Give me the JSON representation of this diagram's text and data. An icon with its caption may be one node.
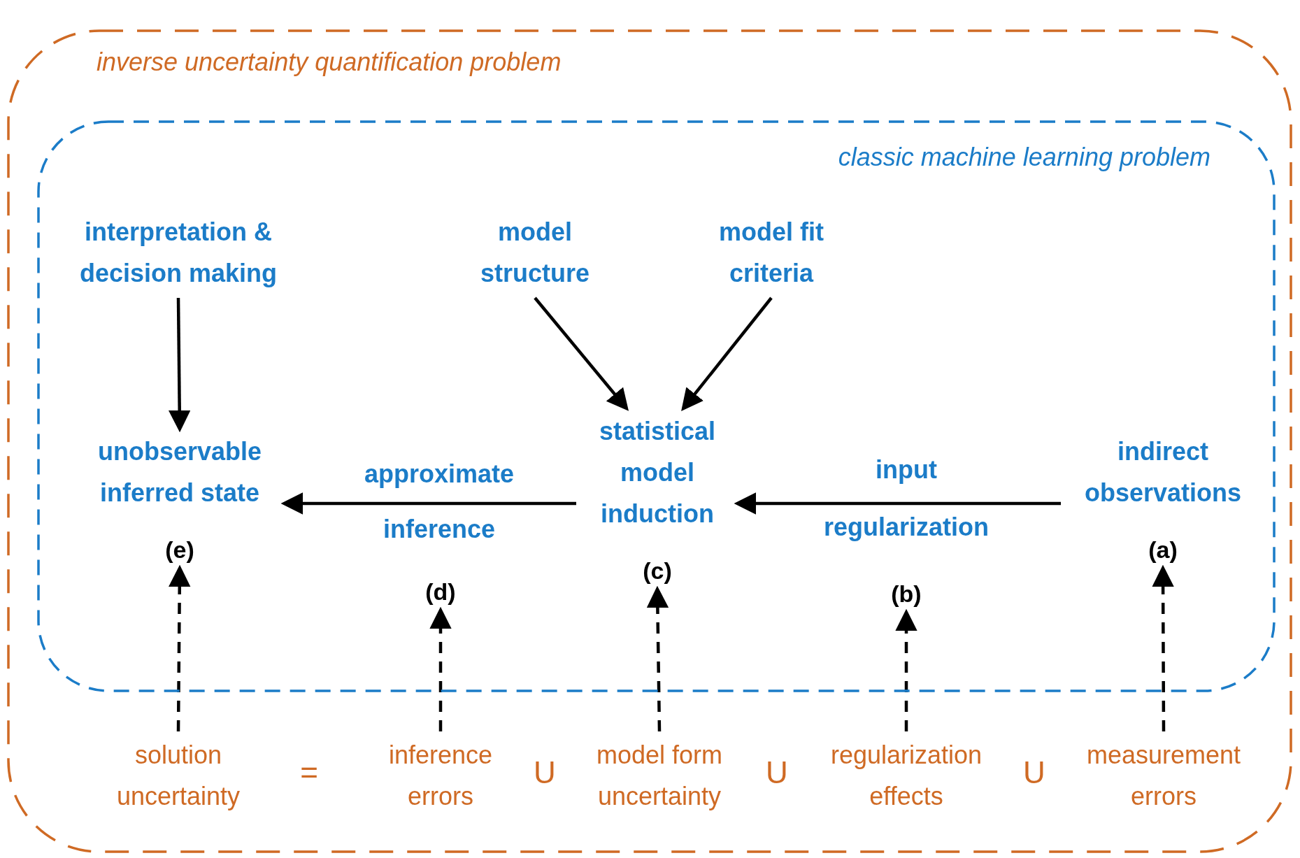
{
  "diagram": {
    "nodes": [
      {
        "text": [
          "inverse uncertainty quantification problem"
        ]
      },
      {
        "text": [
          "classic machine learning problem"
        ],
        "in": 0
      },
      {
        "text": [
          "interpretation & decision making"
        ],
        "in": 1
      },
      {
        "text": [
          "model structure"
        ],
        "in": 1
      },
      {
        "text": [
          "model fit criteria"
        ],
        "in": 1
      },
      {
        "text": [
          "unobservable inferred state"
        ],
        "in": 1
      },
      {
        "text": [
          "statistical model induction"
        ],
        "in": 1
      },
      {
        "text": [
          "indirect observations"
        ],
        "in": 1
      },
      {
        "text": [
          "(e)"
        ],
        "in": 1
      },
      {
        "text": [
          "(d)"
        ],
        "in": 1
      },
      {
        "text": [
          "(c)"
        ],
        "in": 1
      },
      {
        "text": [
          "(b)"
        ],
        "in": 1
      },
      {
        "text": [
          "(a)"
        ],
        "in": 1
      },
      {
        "text": [
          "solution uncertainty"
        ],
        "in": 0
      },
      {
        "text": [
          "inference errors"
        ],
        "in": 0
      },
      {
        "text": [
          "model form uncertainty"
        ],
        "in": 0
      },
      {
        "text": [
          "regularization effects"
        ],
        "in": 0
      },
      {
        "text": [
          "measurement errors"
        ],
        "in": 0
      }
    ],
    "edges": [
      {
        "from": 2,
        "to": 5,
        "arrow": "to"
      },
      {
        "from": 3,
        "to": 6,
        "arrow": "to"
      },
      {
        "from": 4,
        "to": 6,
        "arrow": "to"
      },
      {
        "from": 7,
        "to": 6,
        "arrow": "to",
        "label": "input regularization"
      },
      {
        "from": 6,
        "to": 5,
        "arrow": "to",
        "label": "approximate inference"
      },
      {
        "from": 13,
        "to": 8,
        "arrow": "to",
        "style": "dashed"
      },
      {
        "from": 14,
        "to": 9,
        "arrow": "to",
        "style": "dashed"
      },
      {
        "from": 15,
        "to": 10,
        "arrow": "to",
        "style": "dashed"
      },
      {
        "from": 16,
        "to": 11,
        "arrow": "to",
        "style": "dashed"
      },
      {
        "from": 17,
        "to": 12,
        "arrow": "to",
        "style": "dashed"
      }
    ],
    "labels": [
      "=",
      "U",
      "U",
      "U"
    ]
  }
}
